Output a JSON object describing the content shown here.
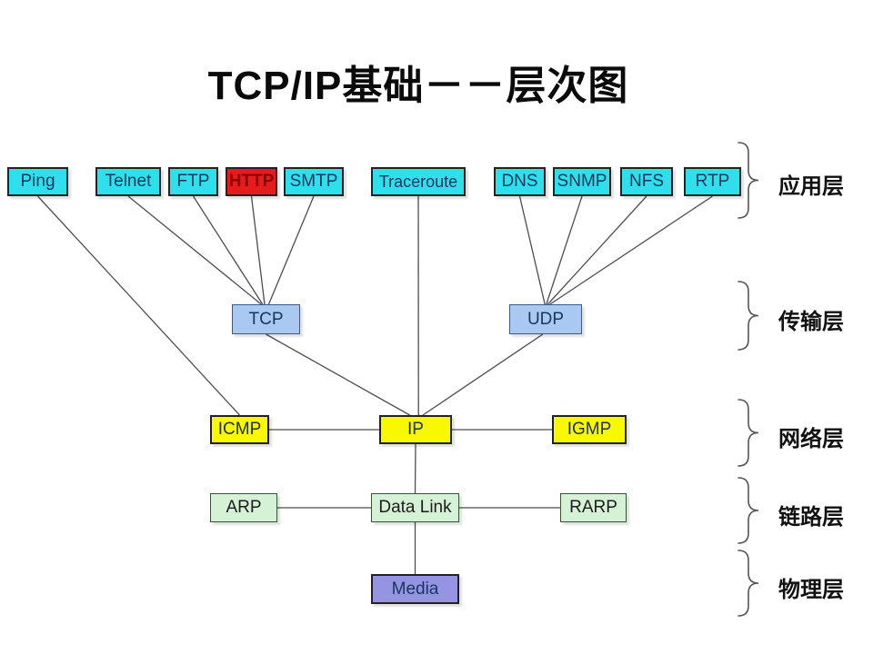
{
  "title": "TCP/IP基础－－层次图",
  "nodes": {
    "ping": {
      "label": "Ping"
    },
    "telnet": {
      "label": "Telnet"
    },
    "ftp": {
      "label": "FTP"
    },
    "http": {
      "label": "HTTP"
    },
    "smtp": {
      "label": "SMTP"
    },
    "traceroute": {
      "label": "Traceroute"
    },
    "dns": {
      "label": "DNS"
    },
    "snmp": {
      "label": "SNMP"
    },
    "nfs": {
      "label": "NFS"
    },
    "rtp": {
      "label": "RTP"
    },
    "tcp": {
      "label": "TCP"
    },
    "udp": {
      "label": "UDP"
    },
    "icmp": {
      "label": "ICMP"
    },
    "ip": {
      "label": "IP"
    },
    "igmp": {
      "label": "IGMP"
    },
    "arp": {
      "label": "ARP"
    },
    "datalink": {
      "label": "Data Link"
    },
    "rarp": {
      "label": "RARP"
    },
    "media": {
      "label": "Media"
    }
  },
  "edges": [
    [
      "ping",
      "icmp"
    ],
    [
      "telnet",
      "tcp"
    ],
    [
      "ftp",
      "tcp"
    ],
    [
      "http",
      "tcp"
    ],
    [
      "smtp",
      "tcp"
    ],
    [
      "traceroute",
      "ip"
    ],
    [
      "dns",
      "udp"
    ],
    [
      "snmp",
      "udp"
    ],
    [
      "nfs",
      "udp"
    ],
    [
      "rtp",
      "udp"
    ],
    [
      "tcp",
      "ip"
    ],
    [
      "udp",
      "ip"
    ],
    [
      "icmp",
      "ip"
    ],
    [
      "ip",
      "igmp"
    ],
    [
      "ip",
      "datalink"
    ],
    [
      "arp",
      "datalink"
    ],
    [
      "datalink",
      "rarp"
    ],
    [
      "datalink",
      "media"
    ]
  ],
  "layers": [
    {
      "label": "应用层"
    },
    {
      "label": "传输层"
    },
    {
      "label": "网络层"
    },
    {
      "label": "链路层"
    },
    {
      "label": "物理层"
    }
  ],
  "colors": {
    "app_box": "#2EE0EC",
    "highlight_box": "#E61C1C",
    "transport_box": "#A9C9F2",
    "network_box": "#F8F800",
    "link_box": "#D6F2D6",
    "physical_box": "#9494E2",
    "edge_line": "#4D4D4D",
    "brace": "#555555"
  }
}
